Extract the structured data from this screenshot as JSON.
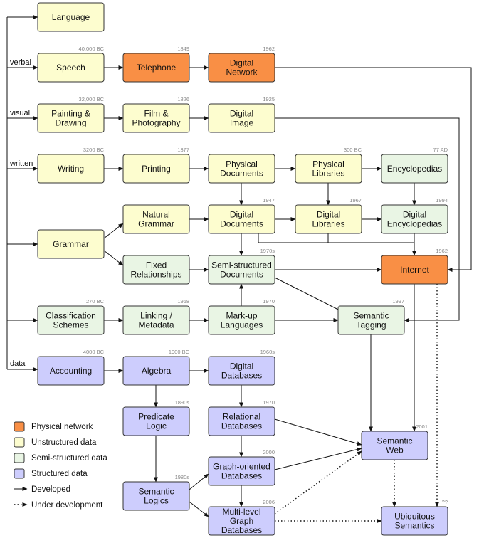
{
  "colors": {
    "physical": "#f98f45",
    "unstructured": "#fdfdcf",
    "semi": "#e9f5e4",
    "structured": "#cdcdfd",
    "border": "#333333",
    "edge": "#111111"
  },
  "nodes": [
    {
      "id": "language",
      "lines": [
        "Language"
      ],
      "cat": "unstructured"
    },
    {
      "id": "speech",
      "lines": [
        "Speech"
      ],
      "cat": "unstructured",
      "year": "40,000 BC"
    },
    {
      "id": "telephone",
      "lines": [
        "Telephone"
      ],
      "cat": "physical",
      "year": "1849"
    },
    {
      "id": "digital-network",
      "lines": [
        "Digital",
        "Network"
      ],
      "cat": "physical",
      "year": "1962"
    },
    {
      "id": "painting",
      "lines": [
        "Painting &",
        "Drawing"
      ],
      "cat": "unstructured",
      "year": "32,000 BC"
    },
    {
      "id": "film",
      "lines": [
        "Film &",
        "Photography"
      ],
      "cat": "unstructured",
      "year": "1826"
    },
    {
      "id": "digital-image",
      "lines": [
        "Digital",
        "Image"
      ],
      "cat": "unstructured",
      "year": "1925"
    },
    {
      "id": "writing",
      "lines": [
        "Writing"
      ],
      "cat": "unstructured",
      "year": "3200 BC"
    },
    {
      "id": "printing",
      "lines": [
        "Printing"
      ],
      "cat": "unstructured",
      "year": "1377"
    },
    {
      "id": "physical-documents",
      "lines": [
        "Physical",
        "Documents"
      ],
      "cat": "unstructured"
    },
    {
      "id": "physical-libraries",
      "lines": [
        "Physical",
        "Libraries"
      ],
      "cat": "unstructured",
      "year": "300 BC"
    },
    {
      "id": "encyclopedias",
      "lines": [
        "Encyclopedias"
      ],
      "cat": "semi",
      "year": "77 AD"
    },
    {
      "id": "grammar",
      "lines": [
        "Grammar"
      ],
      "cat": "unstructured"
    },
    {
      "id": "natural-grammar",
      "lines": [
        "Natural",
        "Grammar"
      ],
      "cat": "unstructured"
    },
    {
      "id": "digital-documents",
      "lines": [
        "Digital",
        "Documents"
      ],
      "cat": "unstructured",
      "year": "1947"
    },
    {
      "id": "digital-libraries",
      "lines": [
        "Digital",
        "Libraries"
      ],
      "cat": "unstructured",
      "year": "1967"
    },
    {
      "id": "digital-encyclopedias",
      "lines": [
        "Digital",
        "Encyclopedias"
      ],
      "cat": "semi",
      "year": "1994"
    },
    {
      "id": "fixed-relationships",
      "lines": [
        "Fixed",
        "Relationships"
      ],
      "cat": "semi"
    },
    {
      "id": "semi-structured-documents",
      "lines": [
        "Semi-structured",
        "Documents"
      ],
      "cat": "semi",
      "year": "1970s"
    },
    {
      "id": "internet",
      "lines": [
        "Internet"
      ],
      "cat": "physical",
      "year": "1962"
    },
    {
      "id": "classification-schemes",
      "lines": [
        "Classification",
        "Schemes"
      ],
      "cat": "semi",
      "year": "270 BC"
    },
    {
      "id": "linking-metadata",
      "lines": [
        "Linking /",
        "Metadata"
      ],
      "cat": "semi",
      "year": "1968"
    },
    {
      "id": "markup-languages",
      "lines": [
        "Mark-up",
        "Languages"
      ],
      "cat": "semi",
      "year": "1970"
    },
    {
      "id": "semantic-tagging",
      "lines": [
        "Semantic",
        "Tagging"
      ],
      "cat": "semi",
      "year": "1997"
    },
    {
      "id": "accounting",
      "lines": [
        "Accounting"
      ],
      "cat": "structured",
      "year": "4000 BC"
    },
    {
      "id": "algebra",
      "lines": [
        "Algebra"
      ],
      "cat": "structured",
      "year": "1900 BC"
    },
    {
      "id": "digital-databases",
      "lines": [
        "Digital",
        "Databases"
      ],
      "cat": "structured",
      "year": "1960s"
    },
    {
      "id": "predicate-logic",
      "lines": [
        "Predicate",
        "Logic"
      ],
      "cat": "structured",
      "year": "1890s"
    },
    {
      "id": "relational-databases",
      "lines": [
        "Relational",
        "Databases"
      ],
      "cat": "structured",
      "year": "1970"
    },
    {
      "id": "semantic-web",
      "lines": [
        "Semantic",
        "Web"
      ],
      "cat": "structured",
      "year": "2001"
    },
    {
      "id": "graph-oriented-databases",
      "lines": [
        "Graph-oriented",
        "Databases"
      ],
      "cat": "structured",
      "year": "2000"
    },
    {
      "id": "semantic-logics",
      "lines": [
        "Semantic",
        "Logics"
      ],
      "cat": "structured",
      "year": "1980s"
    },
    {
      "id": "multi-level-graph-databases",
      "lines": [
        "Multi-level",
        "Graph",
        "Databases"
      ],
      "cat": "structured",
      "year": "2006"
    },
    {
      "id": "ubiquitous-semantics",
      "lines": [
        "Ubiquitous",
        "Semantics"
      ],
      "cat": "structured",
      "year": "??"
    }
  ],
  "branch_labels": [
    "verbal",
    "visual",
    "written",
    "data"
  ],
  "legend": [
    {
      "label": "Physical network",
      "kind": "swatch",
      "cat": "physical"
    },
    {
      "label": "Unstructured data",
      "kind": "swatch",
      "cat": "unstructured"
    },
    {
      "label": "Semi-structured data",
      "kind": "swatch",
      "cat": "semi"
    },
    {
      "label": "Structured data",
      "kind": "swatch",
      "cat": "structured"
    },
    {
      "label": "Developed",
      "kind": "solid-arrow"
    },
    {
      "label": "Under development",
      "kind": "dotted-arrow"
    }
  ]
}
